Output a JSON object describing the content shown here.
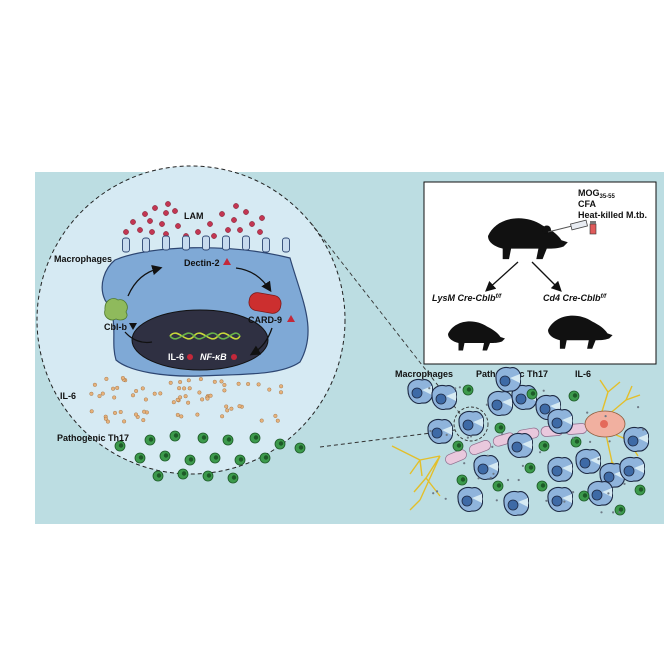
{
  "colors": {
    "panel_bg": "#bcdde2",
    "circle_bg": "#d6eaf3",
    "macrophage": "#7fa9d6",
    "nucleus": "#2f3042",
    "lam_dot": "#c23652",
    "il6_dot": "#e6b27c",
    "th17": "#3c9a4c",
    "cblb": "#8fba5c",
    "card9": "#cc2f2f",
    "arrow_up": "#c3283a",
    "myelin": "#e9c8dd",
    "neuron_body": "#f1b0a0",
    "dendrite": "#e3bf2a"
  },
  "circle": {
    "lam_label": "LAM",
    "macrophages_label": "Macrophages",
    "dectin2_label": "Dectin-2",
    "cblb_label": "Cbl-b",
    "card9_label": "CARD-9",
    "il6_nucleus_label": "IL-6",
    "nfkb_label": "NF-κB",
    "il6_label": "IL-6",
    "th17_label": "Pathogenic Th17"
  },
  "mouse_box": {
    "mog_label": "MOG",
    "mog_sub": "35-55",
    "cfa_label": "CFA",
    "mtb_label": "Heat-killed M.tb.",
    "left_label": "LysM Cre-Cblb",
    "left_sup": "f/f",
    "right_label": "Cd4 Cre-Cblb",
    "right_sup": "f/f"
  },
  "legend": {
    "macrophages": "Macrophages",
    "th17": "Pathogenic Th17",
    "il6": "IL-6"
  },
  "icons": [
    "mouse-icon",
    "syringe-icon",
    "vial-icon",
    "neuron-icon",
    "macrophage-icon",
    "th17-cell-icon"
  ]
}
